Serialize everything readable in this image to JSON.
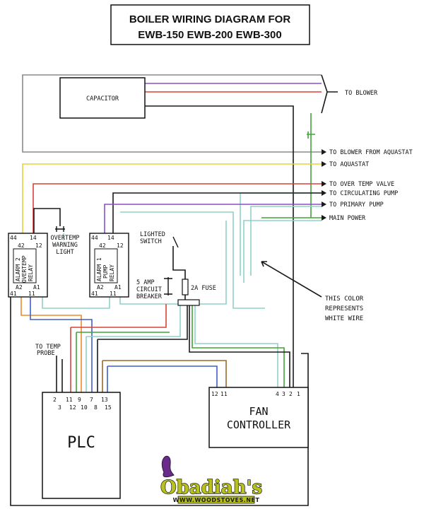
{
  "title": {
    "line1": "BOILER WIRING DIAGRAM FOR",
    "line2": "EWB-150  EWB-200  EWB-300"
  },
  "components": {
    "capacitor": "CAPACITOR",
    "relay2": {
      "pin44": "44",
      "pin14": "14",
      "pin42": "42",
      "pin12": "12",
      "label1": "ALARM 2",
      "label2": "OVERTEMP",
      "label3": "RELAY",
      "pinA2": "A2",
      "pinA1": "A1",
      "pin41": "41",
      "pin11": "11"
    },
    "relay1": {
      "pin44": "44",
      "pin14": "14",
      "pin42": "42",
      "pin12": "12",
      "label1": "ALARM 1",
      "label2": "PUMP",
      "label3": "RELAY",
      "pinA2": "A2",
      "pinA1": "A1",
      "pin41": "41",
      "pin11": "11"
    },
    "warning_light": [
      "OVERTEMP",
      "WARNING",
      "LIGHT"
    ],
    "lighted_switch": [
      "LIGHTED",
      "SWITCH"
    ],
    "breaker": [
      "5 AMP",
      "CIRCUIT",
      "BREAKER"
    ],
    "fuse": "2A FUSE",
    "temp_probe": [
      "TO TEMP",
      "PROBE"
    ],
    "plc": {
      "label": "PLC",
      "pins_top": [
        "2",
        "11",
        "9",
        "7",
        "13"
      ],
      "pins_bottom": [
        "3",
        "12",
        "10",
        "8",
        "15"
      ]
    },
    "fan_controller": {
      "line1": "FAN",
      "line2": "CONTROLLER",
      "pins_left": [
        "12",
        "11"
      ],
      "pins_right": [
        "4",
        "3",
        "2",
        "1"
      ]
    }
  },
  "destinations": {
    "blower": "TO BLOWER",
    "blower_aquastat": "TO BLOWER FROM AQUASTAT",
    "aquastat": "TO AQUASTAT",
    "overtemp_valve": "TO OVER TEMP VALVE",
    "circulating_pump": "TO CIRCULATING PUMP",
    "primary_pump": "TO PRIMARY PUMP",
    "main_power": "MAIN POWER"
  },
  "note": [
    "THIS COLOR",
    "REPRESENTS",
    "WHITE WIRE"
  ],
  "logo": {
    "name": "Obadiah's",
    "url": "WWW.WOODSTOVES.NET"
  },
  "wire_colors": {
    "gray": "#8a8a8a",
    "red": "#d9423a",
    "purple": "#8b4fc7",
    "black": "#1a1a1a",
    "green": "#3fa535",
    "yellow": "#e6d23a",
    "white_wire": "#8fd0c8",
    "blue": "#3f5fc7",
    "orange": "#ee8a2a",
    "brown": "#9a6a2a"
  }
}
